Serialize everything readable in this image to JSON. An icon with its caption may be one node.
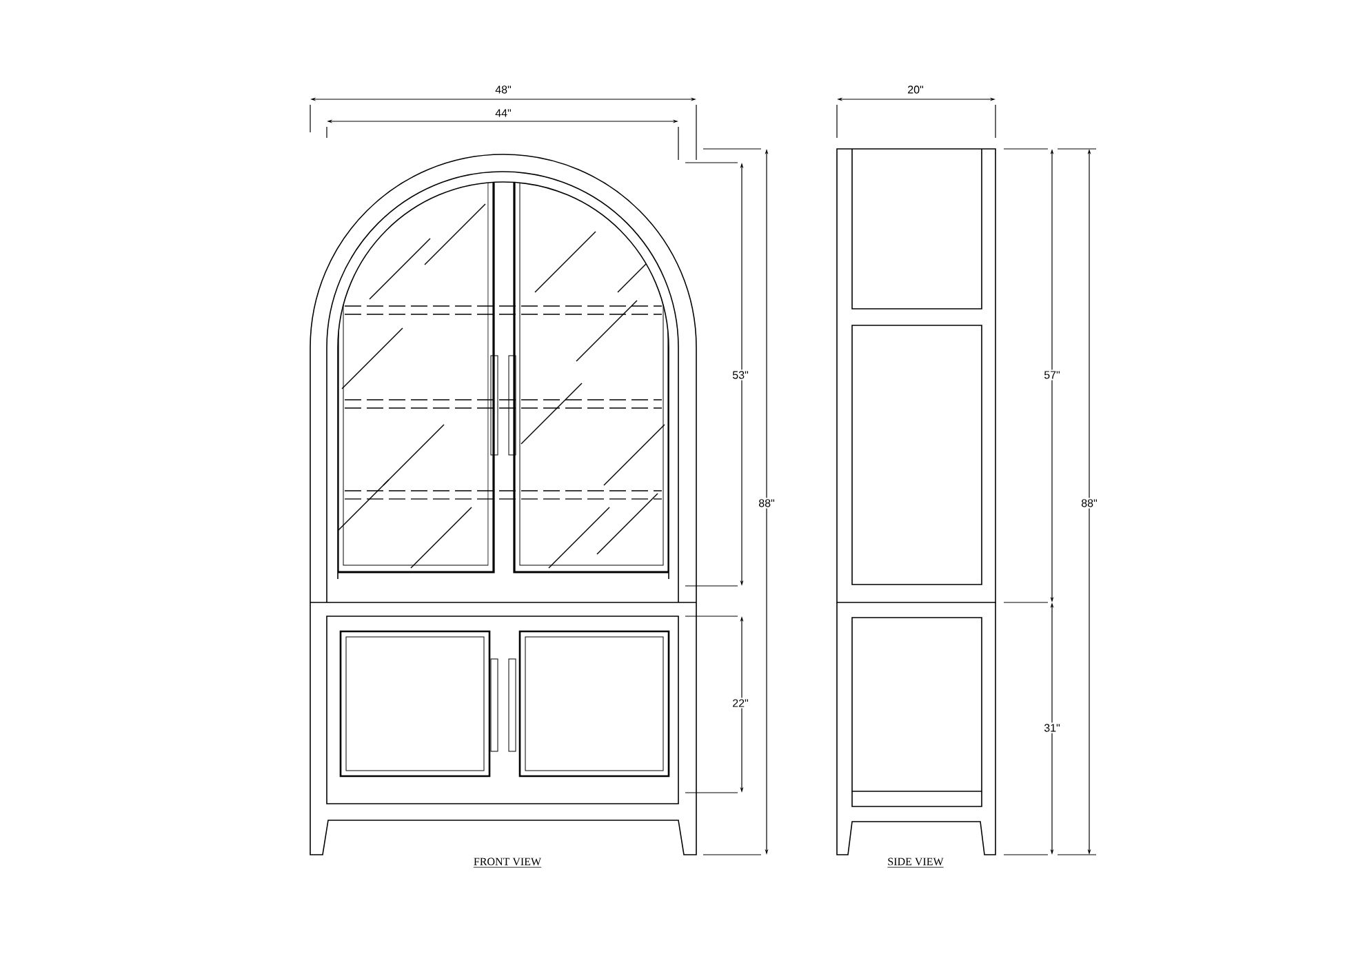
{
  "diagram": {
    "labels": [
      "48\"",
      "44\"",
      "20\"",
      "53\"",
      "88\"",
      "57\"",
      "88\"",
      "22\"",
      "31\"",
      "FRONT VIEW",
      "SIDE VIEW"
    ]
  }
}
